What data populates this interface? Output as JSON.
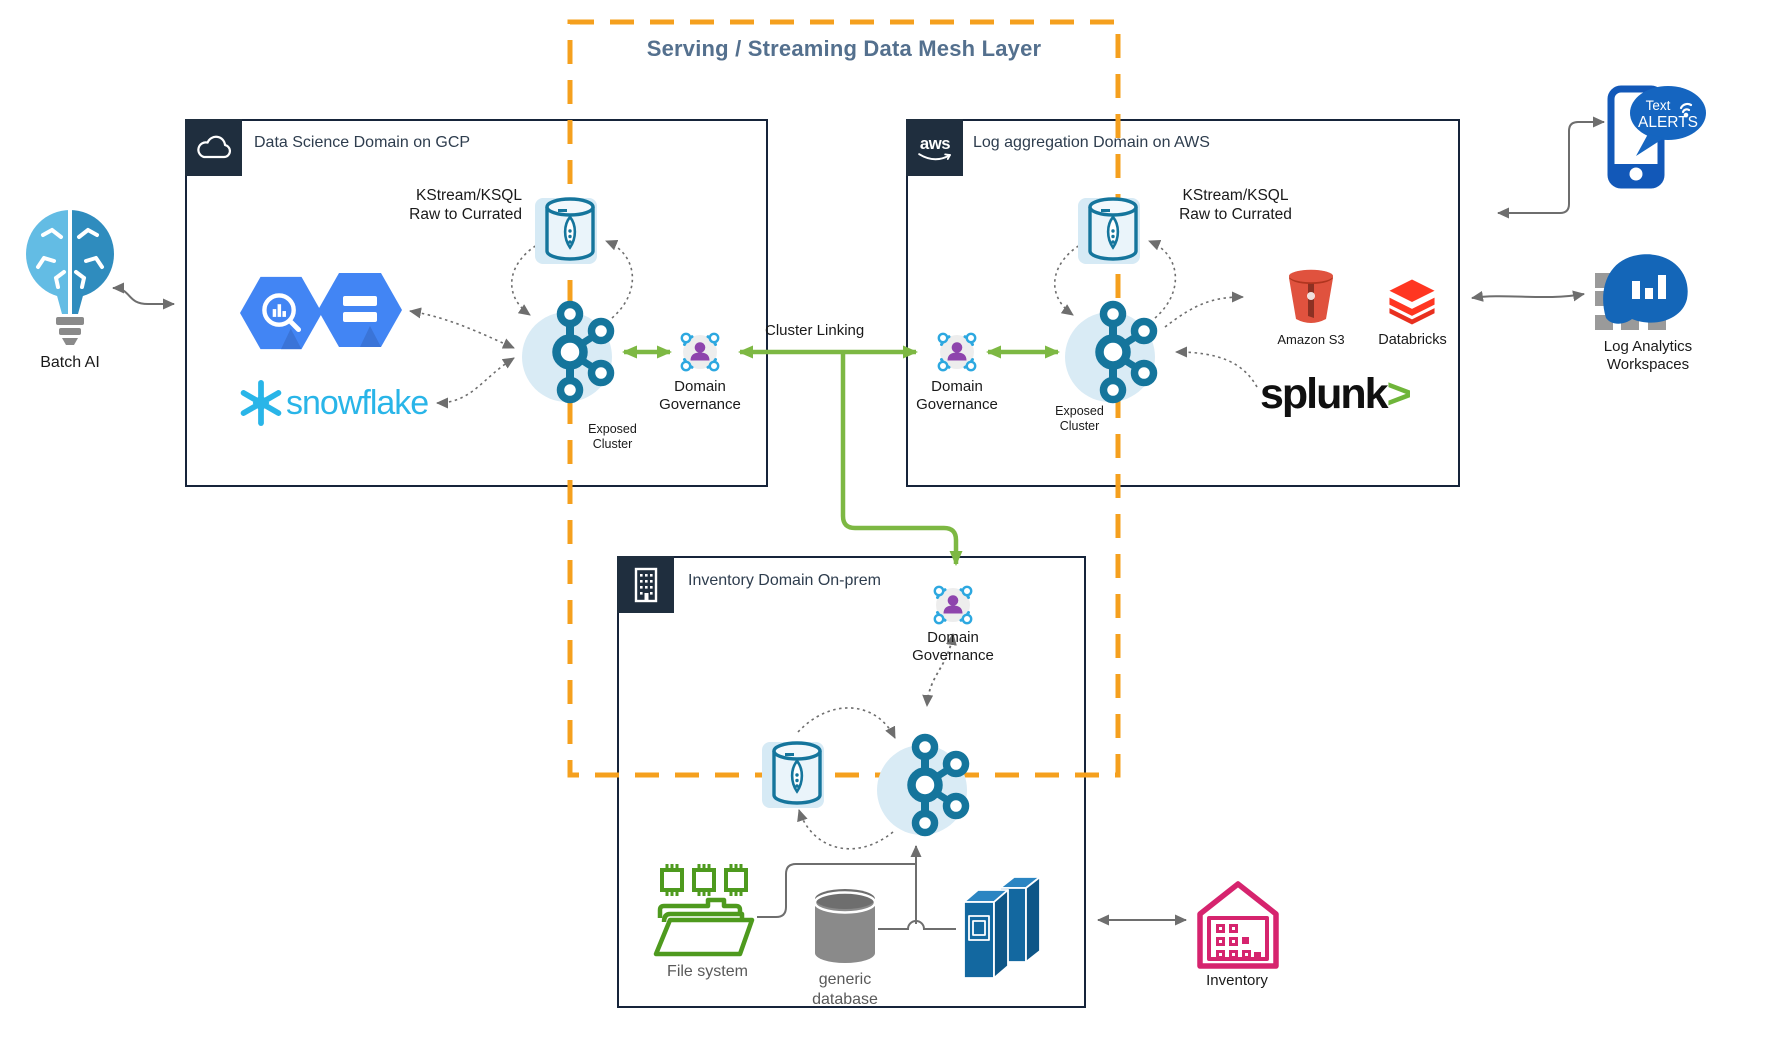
{
  "mesh": {
    "title": "Serving / Streaming Data Mesh Layer"
  },
  "links": {
    "cluster_linking": "Cluster Linking"
  },
  "gcp": {
    "label": "Data Science Domain on GCP",
    "kstream": "KStream/KSQL\nRaw to Currated",
    "exposed": "Exposed\nCluster",
    "governance": "Domain\nGovernance",
    "snowflake": "snowflake"
  },
  "aws": {
    "label": "Log aggregation Domain on AWS",
    "logo": "aws",
    "kstream": "KStream/KSQL\nRaw to Currated",
    "exposed": "Exposed\nCluster",
    "governance": "Domain\nGovernance",
    "s3": "Amazon S3",
    "databricks": "Databricks",
    "splunk": "splunk",
    "splunk_chevron": ">"
  },
  "onprem": {
    "label": "Inventory Domain On-prem",
    "governance": "Domain\nGovernance",
    "file_system": "File system",
    "database": "generic\ndatabase"
  },
  "external": {
    "batch_ai": "Batch AI",
    "alerts_line1": "Text",
    "alerts_line2": "ALERTS",
    "log_analytics": "Log Analytics\nWorkspaces",
    "inventory": "Inventory"
  },
  "colors": {
    "mesh_border": "#F5A01E",
    "title_text": "#54708E",
    "box_border": "#16243A",
    "header_bg": "#1F2E3E",
    "kafka_blue": "#15759C",
    "kafka_bg": "#D9EBF5",
    "green_arrow": "#7DB843",
    "gray_arrow": "#6E6E6E",
    "gcp_blue": "#4285F4",
    "snowflake_blue": "#29B5E8",
    "governance_purple": "#8E44AD",
    "governance_ring": "#2DA8E0",
    "s3_red": "#E0523E",
    "databricks_red": "#FF3621",
    "splunk_green": "#6FB53A",
    "alerts_blue": "#1565C0",
    "log_analytics_blue": "#1466B8",
    "file_system_green": "#4E9A1E",
    "database_gray": "#8A8A8A",
    "server_blue": "#1368A0",
    "inventory_pink": "#D6246E"
  },
  "icons": {
    "gcp_header": "cloud-icon",
    "aws_header": "aws-logo",
    "onprem_header": "building-icon",
    "batch_ai": "brain-bulb-icon",
    "bigquery": "gcp-bigquery-hexagon-icon",
    "gcp_service": "gcp-storage-hexagon-icon",
    "snowflake": "snowflake-icon",
    "kafka": "kafka-cluster-icon",
    "ksql": "ksql-cylinder-icon",
    "governance": "domain-governance-icon",
    "s3": "amazon-s3-bucket-icon",
    "databricks": "databricks-icon",
    "alerts": "phone-text-alerts-icon",
    "log_analytics": "log-analytics-workspaces-icon",
    "file_system": "folder-chips-icon",
    "database": "database-cylinder-icon",
    "servers": "server-towers-icon",
    "inventory": "warehouse-icon"
  }
}
